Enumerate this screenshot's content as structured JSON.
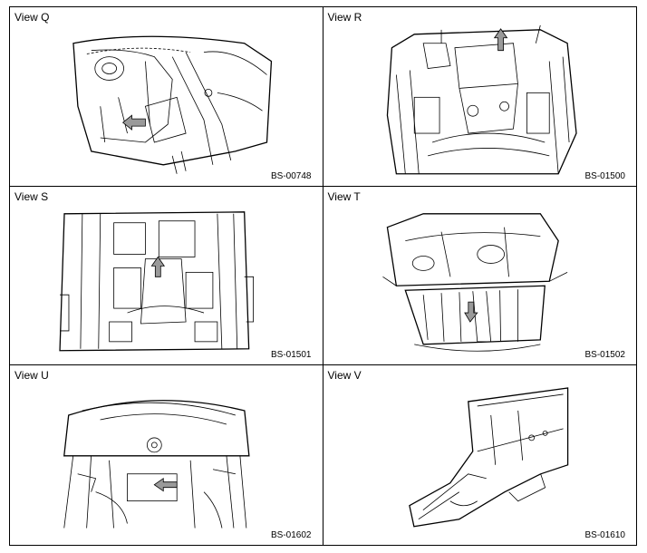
{
  "panels": [
    {
      "view": "View Q",
      "code": "BS-00748"
    },
    {
      "view": "View R",
      "code": "BS-01500"
    },
    {
      "view": "View S",
      "code": "BS-01501"
    },
    {
      "view": "View T",
      "code": "BS-01502"
    },
    {
      "view": "View U",
      "code": "BS-01602"
    },
    {
      "view": "View V",
      "code": "BS-01610"
    }
  ]
}
